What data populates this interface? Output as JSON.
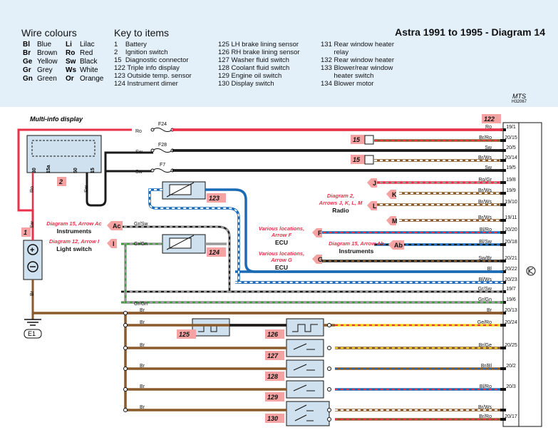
{
  "header": {
    "wire_colours_title": "Wire colours",
    "key_title": "Key to items",
    "diagram_title": "Astra 1991 to 1995 - Diagram 14",
    "mts": "MTS",
    "mts_code": "H32067"
  },
  "wire_colours": [
    {
      "code": "Bl",
      "name": "Blue"
    },
    {
      "code": "Br",
      "name": "Brown"
    },
    {
      "code": "Ge",
      "name": "Yellow"
    },
    {
      "code": "Gr",
      "name": "Grey"
    },
    {
      "code": "Gn",
      "name": "Green"
    },
    {
      "code": "Li",
      "name": "Lilac"
    },
    {
      "code": "Ro",
      "name": "Red"
    },
    {
      "code": "Sw",
      "name": "Black"
    },
    {
      "code": "Ws",
      "name": "White"
    },
    {
      "code": "Or",
      "name": "Orange"
    }
  ],
  "key_items": {
    "col1": "1    Battery\n2    Ignition switch\n15  Diagnostic connector\n122 Triple info display\n123 Outside temp. sensor\n124 Instrument dimer",
    "col2": "125 LH brake lining sensor\n126 RH brake lining sensor\n127 Washer fluid switch\n128 Coolant fluid switch\n129 Engine oil switch\n130 Display switch",
    "col3": "131 Rear window heater\n       relay\n132 Rear window heater\n133 Blower/rear window\n       heater switch\n134 Blower motor"
  },
  "colors": {
    "Ro": "#e8324a",
    "Sw": "#1a1a1a",
    "Br": "#8b5a2b",
    "Bl": "#1a6ab5",
    "Gr": "#999999",
    "Gn": "#3aa03a",
    "Ws": "#ffffff",
    "Ge": "#f2d21a",
    "badge": "#f4a2a2",
    "component": "#cfe0ee"
  },
  "diagram": {
    "multi_info_label": "Multi-info display",
    "fuse_labels": [
      "F24",
      "F28",
      "F7"
    ],
    "ignition_terminals": [
      "30",
      "15a",
      "50",
      "15"
    ],
    "battery_label": "E1",
    "item_numbers": [
      "122",
      "15",
      "15",
      "2",
      "1",
      "123",
      "124",
      "125",
      "126",
      "127",
      "128",
      "129",
      "130"
    ],
    "arrow_letters": [
      "J",
      "K",
      "L",
      "M",
      "F",
      "Ab",
      "G",
      "Ac",
      "I"
    ],
    "refs": {
      "diag2": "Diagram 2,",
      "diag2b": "Arrows J, K, L, M",
      "radio": "Radio",
      "var_f": "Various locations,",
      "var_f2": "Arrow F",
      "ecu1": "ECU",
      "var_g": "Various locations,",
      "var_g2": "Arrow G",
      "ecu2": "ECU",
      "diag15ab": "Diagram 15, Arrow Ab",
      "instruments2": "Instruments",
      "diag15ac": "Diagram 15, Arrow Ac",
      "instruments": "Instruments",
      "diag12": "Diagram 12, Arrow I",
      "light_switch": "Light switch"
    },
    "wires": [
      {
        "left": "Ro",
        "right": "Ro",
        "pin": "19/1"
      },
      {
        "left": "",
        "right": "Br/Ro",
        "pin": "20/15"
      },
      {
        "left": "Sw",
        "right": "Sw",
        "pin": "20/5"
      },
      {
        "left": "",
        "right": "Br/Ws",
        "pin": "20/14"
      },
      {
        "left": "Sw",
        "right": "Sw",
        "pin": "19/5"
      },
      {
        "left": "",
        "right": "Ro/Gr",
        "pin": "19/8"
      },
      {
        "left": "",
        "right": "Br/Ws",
        "pin": "19/9"
      },
      {
        "left": "",
        "right": "Br/Ws",
        "pin": "19/10"
      },
      {
        "left": "",
        "right": "Br/Ws",
        "pin": "19/11"
      },
      {
        "left": "",
        "right": "Bl/Ro",
        "pin": "20/20"
      },
      {
        "left": "",
        "right": "Bl/Sw",
        "pin": "20/18"
      },
      {
        "left": "",
        "right": "Sw/Br",
        "pin": "20/21"
      },
      {
        "left": "",
        "right": "Bl",
        "pin": "20/22"
      },
      {
        "left": "",
        "right": "Bl/Ws",
        "pin": "20/23"
      },
      {
        "left": "Gr/Sw",
        "right": "Gr/Sw",
        "pin": "19/7"
      },
      {
        "left": "Gr/Gn",
        "right": "Gr/Gn",
        "pin": "19/6"
      },
      {
        "left": "Br",
        "right": "Br",
        "pin": "20/13"
      },
      {
        "left": "Br",
        "right": "Ge/Ro",
        "pin": "20/24"
      },
      {
        "left": "Br",
        "right": "Br/Ge",
        "pin": "20/25"
      },
      {
        "left": "Br",
        "right": "Br/Bl",
        "pin": "20/2"
      },
      {
        "left": "Br",
        "right": "Bl/Ro",
        "pin": "20/3"
      },
      {
        "left": "Br",
        "right": "Br/Ws",
        "pin": ""
      },
      {
        "left": "",
        "right": "Br/Ro",
        "pin": "20/17"
      }
    ],
    "side_labels": {
      "ro": "Ro",
      "sw": "Sw",
      "sw2": "Sw",
      "br": "Br"
    }
  }
}
